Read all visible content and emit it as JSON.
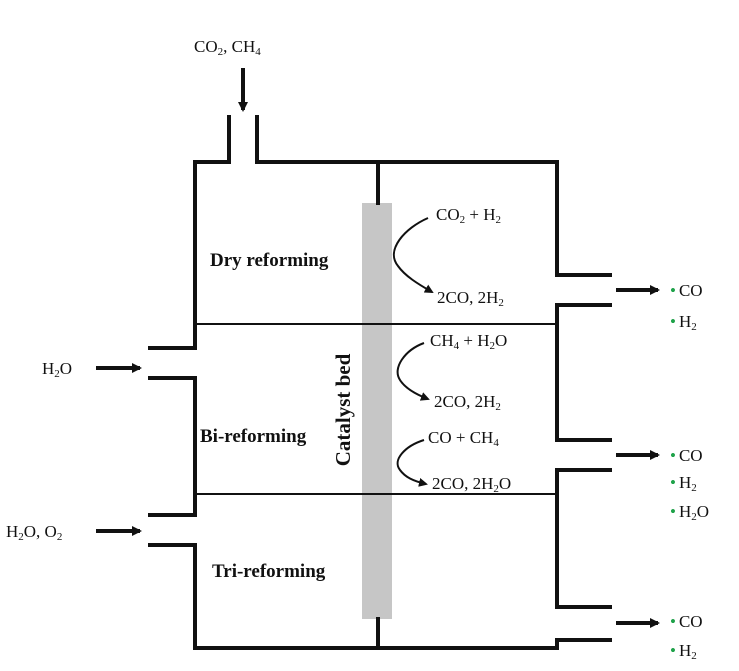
{
  "colors": {
    "zone_label": "#7a1c2e",
    "product_bullet": "#1fa24a",
    "catalyst_bed": "#c6c6c6",
    "line": "#111111"
  },
  "feeds": {
    "top": {
      "main": "CO",
      "sub": "2",
      "rest": ", CH",
      "sub2": "4"
    },
    "middle": {
      "main": "H",
      "sub": "2",
      "rest": "O"
    },
    "bottom": {
      "main": "H",
      "sub": "2",
      "rest": "O, O",
      "sub2": "2"
    }
  },
  "zones": {
    "dry": "Dry reforming",
    "bi": "Bi-reforming",
    "tri": "Tri-reforming"
  },
  "catalyst_bed": "Catalyst bed",
  "reactions": {
    "r1_in": {
      "a": "CO",
      "as": "2",
      "b": " + H",
      "bs": "2"
    },
    "r1_out": {
      "a": "2CO, 2H",
      "as": "2"
    },
    "r2_in": {
      "a": "CH",
      "as": "4",
      "b": " + H",
      "bs": "2",
      "c": "O"
    },
    "r2_out": {
      "a": "2CO, 2H",
      "as": "2"
    },
    "r3_in": {
      "a": "CO + CH",
      "as": "4"
    },
    "r3_out": {
      "a": "2CO, 2H",
      "as": "2",
      "b": "O"
    }
  },
  "products": {
    "top": [
      {
        "main": "CO"
      },
      {
        "main": "H",
        "sub": "2"
      }
    ],
    "middle": [
      {
        "main": "CO"
      },
      {
        "main": "H",
        "sub": "2"
      },
      {
        "main": "H",
        "sub": "2",
        "rest": "O"
      }
    ],
    "bottom": [
      {
        "main": "CO"
      },
      {
        "main": "H",
        "sub": "2"
      }
    ]
  },
  "bullet": "•"
}
